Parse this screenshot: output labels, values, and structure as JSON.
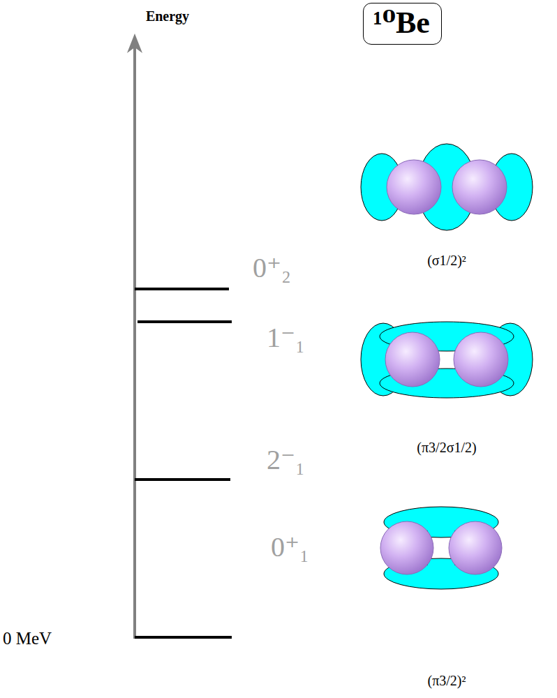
{
  "diagram": {
    "nodes": [
      {
        "text": [
          "¹⁰Be"
        ]
      }
    ],
    "labels": [
      "Energy",
      "0 MeV",
      "0⁺₂",
      "1⁻₁",
      "2⁻₁",
      "0⁺₁",
      "(σ1/2)²",
      "(π3/2σ1/2)",
      "(π3/2)²"
    ]
  }
}
